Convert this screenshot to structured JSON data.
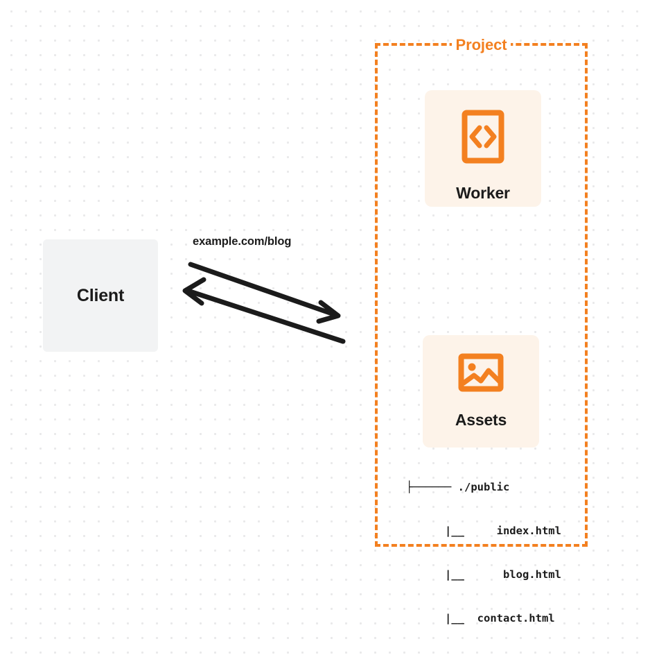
{
  "diagram": {
    "title": "Cloudflare Worker with Static Assets architecture diagram",
    "background": {
      "style": "dot-grid",
      "dot_color": "#e9e9ea",
      "page_color": "#ffffff"
    },
    "accent_color": "#f38020",
    "card_background": "#fdf3e9",
    "client_background": "#f2f3f4",
    "text_color": "#1b1b1b"
  },
  "client": {
    "label": "Client"
  },
  "connector": {
    "label": "example.com/blog",
    "request_direction": "client-to-project",
    "response_direction": "project-to-client",
    "stroke_color": "#1b1b1b"
  },
  "project": {
    "title": "Project",
    "border_color": "#f38020",
    "border_style": "dashed",
    "services": [
      {
        "name": "Worker",
        "icon": "code-brackets-icon",
        "icon_color": "#f38020"
      },
      {
        "name": "Assets",
        "icon": "image-picture-icon",
        "icon_color": "#f38020"
      }
    ],
    "file_tree": {
      "lines": [
        "├────── ./public",
        "      |__     index.html",
        "      |__      blog.html",
        "      |__  contact.html"
      ],
      "root": "./public",
      "files": [
        "index.html",
        "blog.html",
        "contact.html"
      ]
    }
  }
}
